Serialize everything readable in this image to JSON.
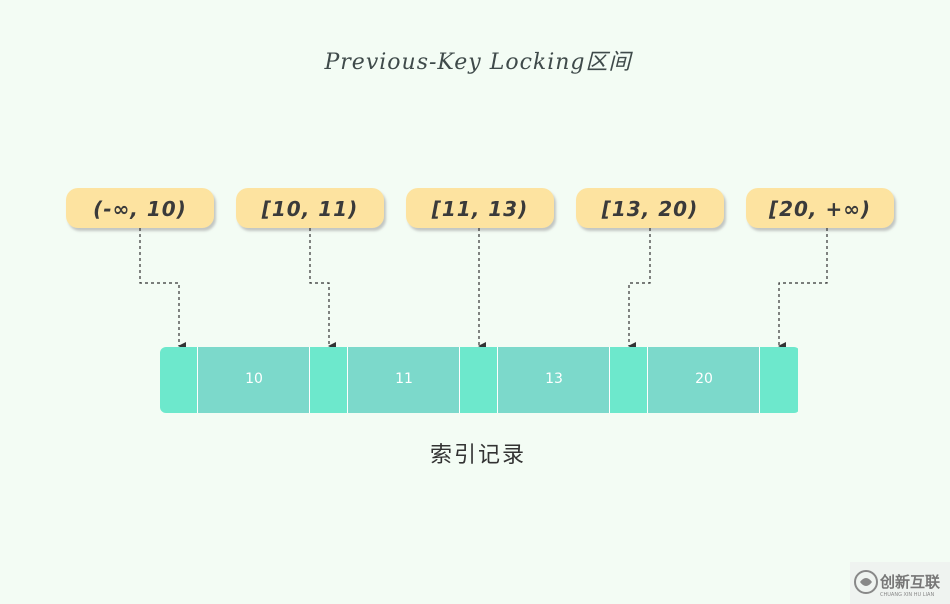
{
  "title": "Previous-Key Locking区间",
  "ranges": [
    "(-∞, 10)",
    "[10, 11)",
    "[11, 13)",
    "[13, 20)",
    "[20, +∞)"
  ],
  "index_keys": [
    "10",
    "11",
    "13",
    "20"
  ],
  "caption": "索引记录",
  "watermark": {
    "name": "创新互联",
    "sub": "CHUANG XIN HU LIAN"
  },
  "colors": {
    "background": "#f3fcf4",
    "range_box": "#fde3a0",
    "gap_cell": "#6de8cc",
    "record_cell": "#7cd9cb",
    "arrow": "#333333"
  }
}
